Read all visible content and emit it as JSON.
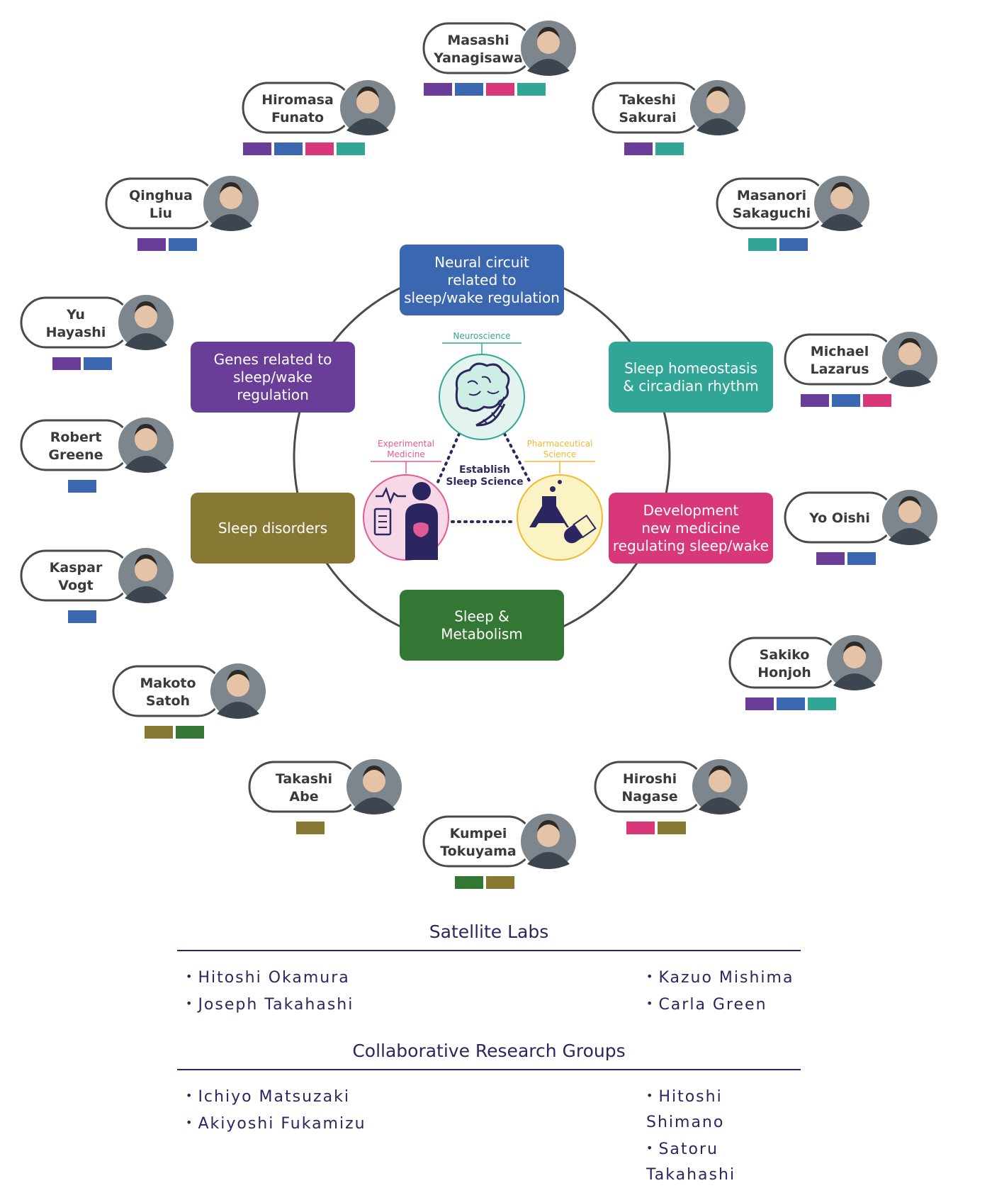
{
  "center": {
    "label_line1": "Establish",
    "label_line2": "Sleep Science",
    "neuroscience": "Neuroscience",
    "experimental_line1": "Experimental",
    "experimental_line2": "Medicine",
    "pharma_line1": "Pharmaceutical",
    "pharma_line2": "Science"
  },
  "colors": {
    "purple": "#6a3d99",
    "blue": "#3a67b0",
    "pink": "#d8387a",
    "teal": "#31a596",
    "olive": "#877833",
    "green": "#347634"
  },
  "topics": [
    {
      "key": "blue",
      "lines": [
        "Neural circuit",
        "related to",
        "sleep/wake regulation"
      ]
    },
    {
      "key": "purple",
      "lines": [
        "Genes related to",
        "sleep/wake",
        "regulation"
      ]
    },
    {
      "key": "teal",
      "lines": [
        "Sleep homeostasis",
        "& circadian rhythm"
      ]
    },
    {
      "key": "olive",
      "lines": [
        "Sleep disorders"
      ]
    },
    {
      "key": "pink",
      "lines": [
        "Development",
        "new medicine",
        "regulating sleep/wake"
      ]
    },
    {
      "key": "green",
      "lines": [
        "Sleep &",
        "Metabolism"
      ]
    }
  ],
  "researchers": [
    {
      "first": "Masashi",
      "last": "Yanagisawa",
      "tags": [
        "purple",
        "blue",
        "pink",
        "teal"
      ]
    },
    {
      "first": "Hiromasa",
      "last": "Funato",
      "tags": [
        "purple",
        "blue",
        "pink",
        "teal"
      ]
    },
    {
      "first": "Takeshi",
      "last": "Sakurai",
      "tags": [
        "purple",
        "teal"
      ]
    },
    {
      "first": "Qinghua",
      "last": "Liu",
      "tags": [
        "purple",
        "blue"
      ]
    },
    {
      "first": "Masanori",
      "last": "Sakaguchi",
      "tags": [
        "teal",
        "blue"
      ]
    },
    {
      "first": "Yu",
      "last": "Hayashi",
      "tags": [
        "purple",
        "blue"
      ]
    },
    {
      "first": "Michael",
      "last": "Lazarus",
      "tags": [
        "purple",
        "blue",
        "pink"
      ]
    },
    {
      "first": "Robert",
      "last": "Greene",
      "tags": [
        "blue"
      ]
    },
    {
      "first": "Yo Oishi",
      "last": "",
      "tags": [
        "purple",
        "blue"
      ]
    },
    {
      "first": "Kaspar",
      "last": "Vogt",
      "tags": [
        "blue"
      ]
    },
    {
      "first": "Sakiko",
      "last": "Honjoh",
      "tags": [
        "purple",
        "blue",
        "teal"
      ]
    },
    {
      "first": "Makoto",
      "last": "Satoh",
      "tags": [
        "olive",
        "green"
      ]
    },
    {
      "first": "Takashi",
      "last": "Abe",
      "tags": [
        "olive"
      ]
    },
    {
      "first": "Hiroshi",
      "last": "Nagase",
      "tags": [
        "pink",
        "olive"
      ]
    },
    {
      "first": "Kumpei",
      "last": "Tokuyama",
      "tags": [
        "green",
        "olive"
      ]
    }
  ],
  "satellite": {
    "title": "Satellite Labs",
    "left": [
      "Hitoshi Okamura",
      "Joseph Takahashi"
    ],
    "right": [
      "Kazuo Mishima",
      "Carla Green"
    ]
  },
  "collab": {
    "title": "Collaborative Research Groups",
    "left": [
      "Ichiyo Matsuzaki",
      "Akiyoshi Fukamizu"
    ],
    "right": [
      "Hitoshi Shimano",
      "Satoru Takahashi"
    ]
  }
}
